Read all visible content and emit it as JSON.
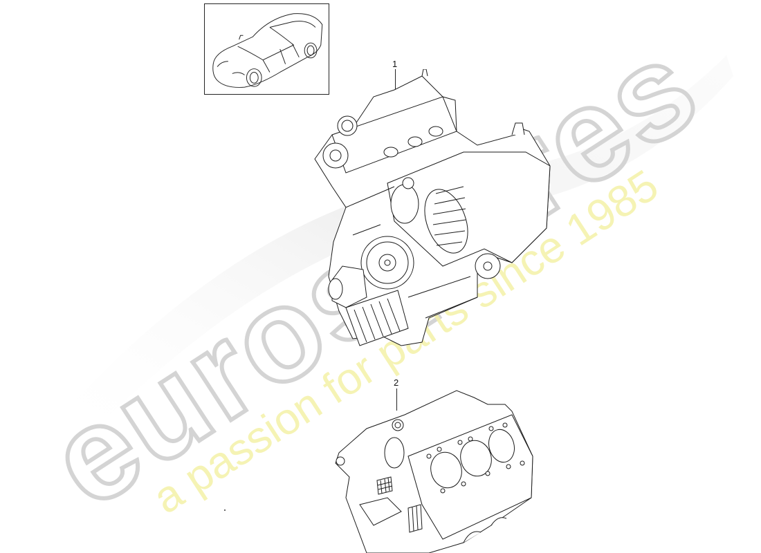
{
  "diagram": {
    "type": "parts-exploded-view",
    "thumbnail": {
      "subject": "car-thumbnail",
      "description": "4-door sedan line drawing"
    },
    "callouts": [
      {
        "number": "1",
        "part": "complete engine assembly"
      },
      {
        "number": "2",
        "part": "short block / crankcase"
      }
    ]
  },
  "watermark": {
    "brand": "eurospares",
    "tagline": "a passion for parts since 1985",
    "brand_color": "#d8d8d8",
    "tagline_color": "#f3f0a0"
  },
  "colors": {
    "background": "#ffffff",
    "line_art": "#1a1a1a"
  }
}
